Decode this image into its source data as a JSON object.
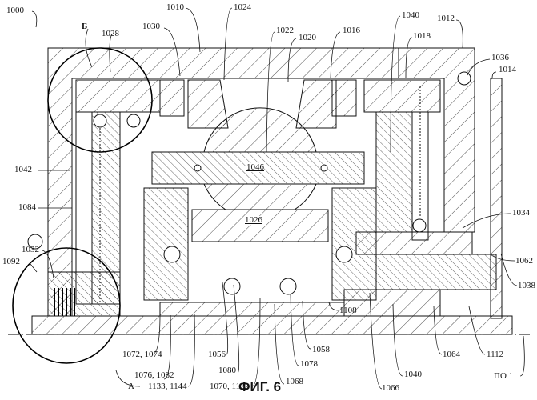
{
  "figure": {
    "caption": "ФИГ. 6",
    "labels": [
      "1000",
      "Б",
      "1028",
      "1030",
      "1010",
      "1024",
      "1022",
      "1020",
      "1016",
      "1040",
      "1018",
      "1012",
      "1036",
      "1014",
      "1046",
      "1026",
      "1042",
      "1084",
      "1032",
      "1092",
      "1034",
      "1062",
      "1038",
      "1108",
      "1072, 1074",
      "1076, 1082",
      "A",
      "1133, 1144",
      "1056",
      "1080",
      "1070, 1122",
      "1068",
      "1058",
      "1078",
      "1066",
      "1040",
      "1064",
      "1112",
      "ПО 1"
    ]
  }
}
